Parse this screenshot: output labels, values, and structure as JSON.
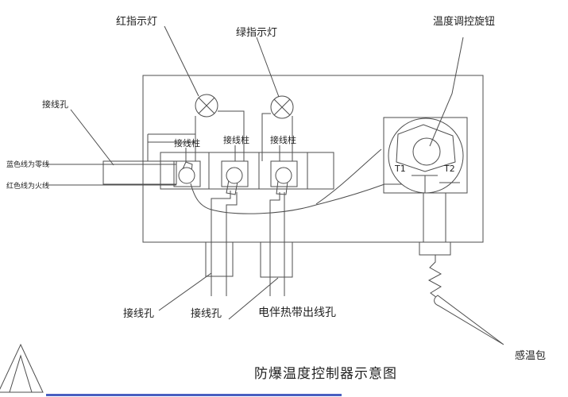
{
  "title": "防爆温度控制器示意图",
  "labels": {
    "red_indicator": "红指示灯",
    "green_indicator": "绿指示灯",
    "temp_knob": "温度调控旋钮",
    "wiring_hole_left": "接线孔",
    "blue_wire_note": "蓝色线为零线",
    "red_wire_note": "红色线为火线",
    "terminal_post_1": "接线柱",
    "terminal_post_2": "接线柱",
    "terminal_post_3": "接线柱",
    "wiring_hole_bottom_1": "接线孔",
    "wiring_hole_bottom_2": "接线孔",
    "heat_trace_outlet": "电伴热带出线孔",
    "sensor_bulb": "感温包",
    "t1": "T1",
    "t2": "T2"
  },
  "colors": {
    "line": "#4d4d4d",
    "text": "#1f1f1f",
    "background": "#ffffff",
    "bottom_accent": "#4a5fc1"
  }
}
